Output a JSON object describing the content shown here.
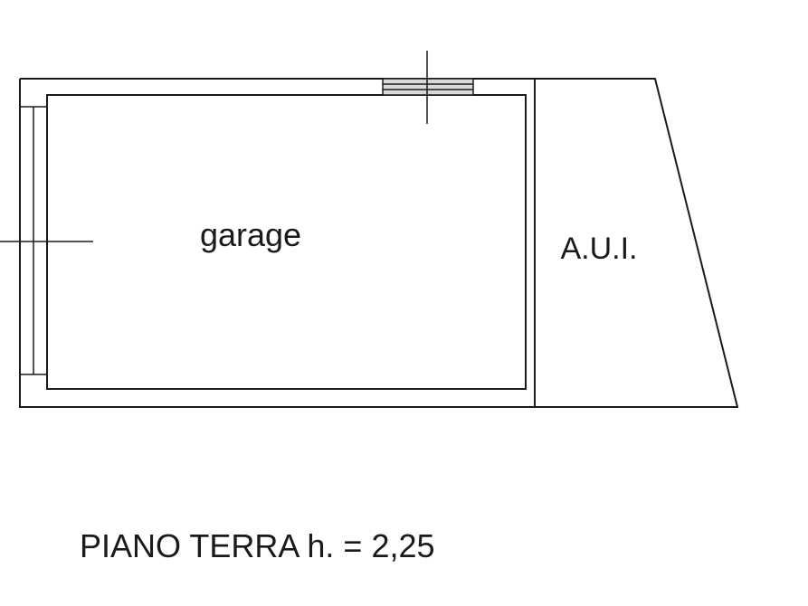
{
  "plan": {
    "rooms": {
      "garage": "garage",
      "aui": "A.U.I."
    },
    "caption": "PIANO TERRA h. = 2,25"
  },
  "colors": {
    "line": "#1a1a1a",
    "background": "#ffffff"
  }
}
